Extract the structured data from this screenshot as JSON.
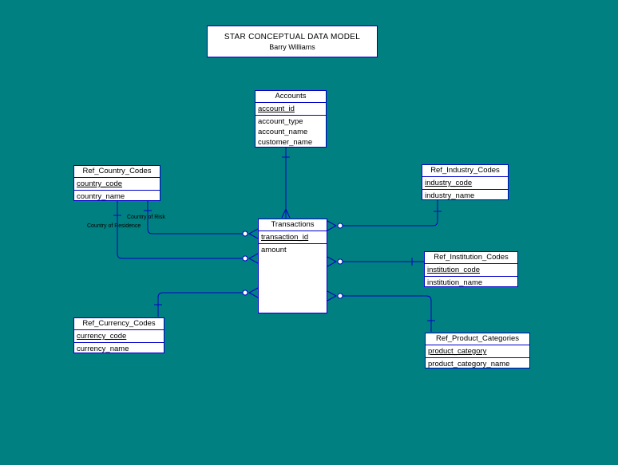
{
  "header": {
    "title": "STAR CONCEPTUAL DATA MODEL",
    "author": "Barry Williams"
  },
  "colors": {
    "background": "#008080",
    "line": "#0000c8",
    "box": "#ffffff"
  },
  "entities": {
    "accounts": {
      "name": "Accounts",
      "keys": [
        "account_id"
      ],
      "attributes": [
        "account_type",
        "account_name",
        "customer_name"
      ]
    },
    "ref_country_codes": {
      "name": "Ref_Country_Codes",
      "keys": [
        "country_code"
      ],
      "attributes": [
        "country_name"
      ]
    },
    "ref_industry_codes": {
      "name": "Ref_Industry_Codes",
      "keys": [
        "industry_code"
      ],
      "attributes": [
        "industry_name"
      ]
    },
    "transactions": {
      "name": "Transactions",
      "keys": [
        "transaction_id"
      ],
      "attributes": [
        "amount"
      ]
    },
    "ref_institution_codes": {
      "name": "Ref_Institution_Codes",
      "keys": [
        "institution_code"
      ],
      "attributes": [
        "institution_name"
      ]
    },
    "ref_currency_codes": {
      "name": "Ref_Currency_Codes",
      "keys": [
        "currency_code"
      ],
      "attributes": [
        "currency_name"
      ]
    },
    "ref_product_categories": {
      "name": "Ref_Product_Categories",
      "keys": [
        "product_category"
      ],
      "attributes": [
        "product_category_name"
      ]
    }
  },
  "relationship_labels": {
    "country_of_risk": "Country of Risk",
    "country_of_residence": "Country of Residence"
  }
}
